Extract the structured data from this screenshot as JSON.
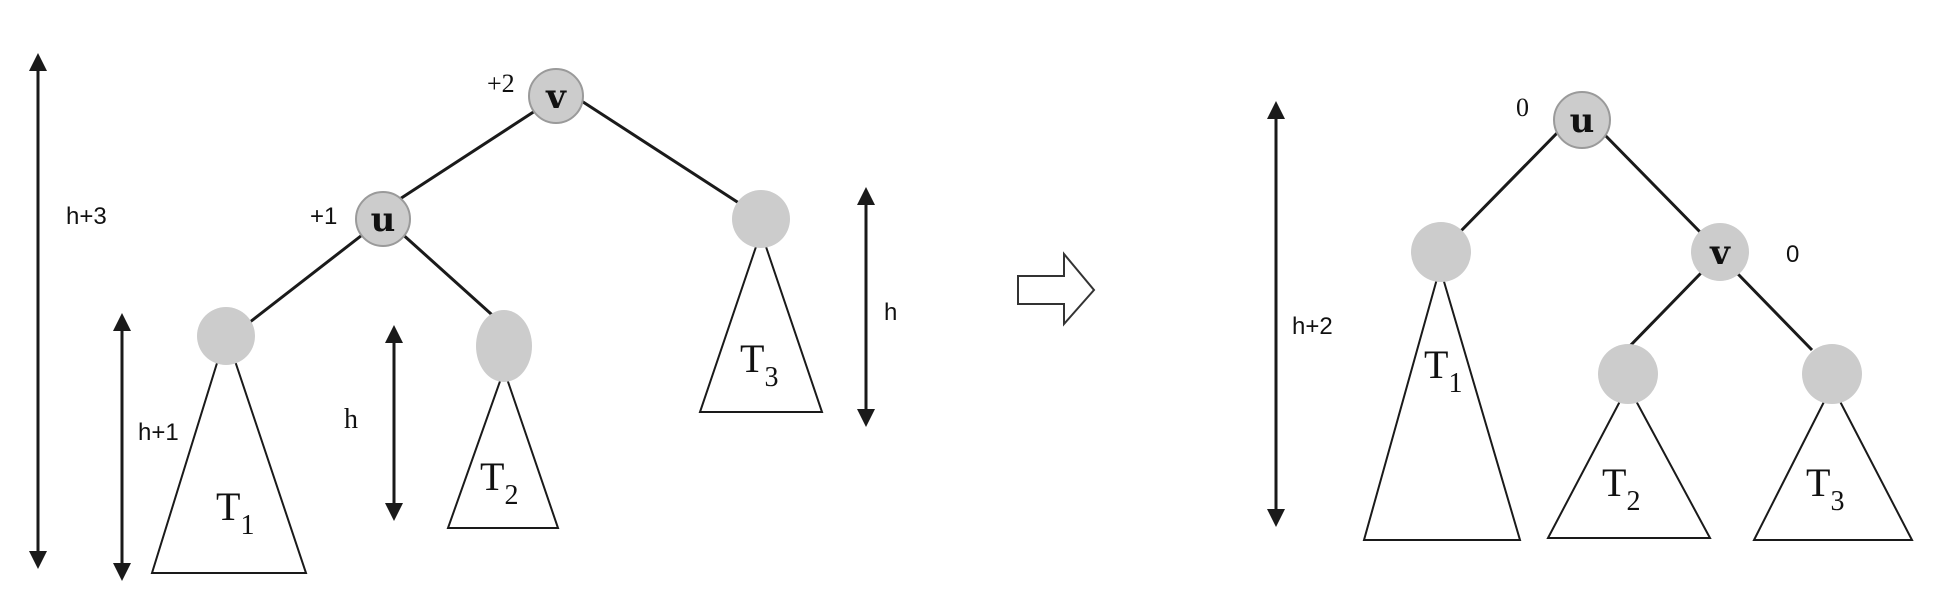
{
  "left_tree": {
    "node_v": {
      "label": "v",
      "balance": "+2"
    },
    "node_u": {
      "label": "u",
      "balance": "+1"
    },
    "subtree_1": {
      "name": "T",
      "index": "1"
    },
    "subtree_2": {
      "name": "T",
      "index": "2"
    },
    "subtree_3": {
      "name": "T",
      "index": "3"
    },
    "height_total": "h+3",
    "height_t1": "h+1",
    "height_t2": "h",
    "height_t3": "h"
  },
  "right_tree": {
    "node_u": {
      "label": "u",
      "balance": "0"
    },
    "node_v": {
      "label": "v",
      "balance": "0"
    },
    "subtree_1": {
      "name": "T",
      "index": "1"
    },
    "subtree_2": {
      "name": "T",
      "index": "2"
    },
    "subtree_3": {
      "name": "T",
      "index": "3"
    },
    "height_total": "h+2"
  },
  "colors": {
    "node_fill": "#cccccc",
    "stroke": "#1a1a1a"
  },
  "icons": {
    "transform_arrow": "right-block-arrow-icon"
  }
}
